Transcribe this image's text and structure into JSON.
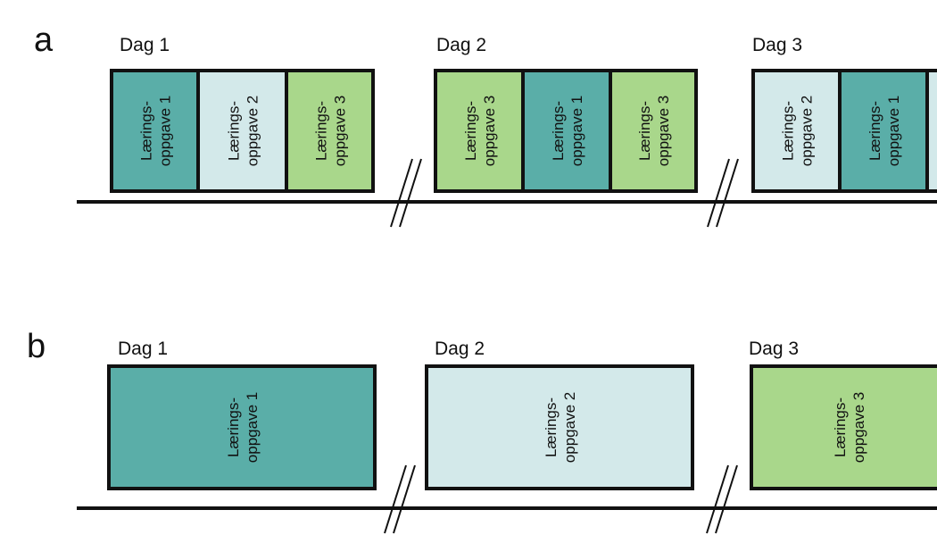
{
  "colors": {
    "task_1": "#5aaea8",
    "task_2": "#d3e9ea",
    "task_3": "#a9d78b"
  },
  "panels": [
    {
      "letter": "a",
      "days": [
        {
          "label": "Dag 1",
          "tasks": [
            {
              "line1": "Lærings-",
              "line2": "oppgave 1",
              "task": 1
            },
            {
              "line1": "Lærings-",
              "line2": "oppgave 2",
              "task": 2
            },
            {
              "line1": "Lærings-",
              "line2": "oppgave 3",
              "task": 3
            }
          ]
        },
        {
          "label": "Dag 2",
          "tasks": [
            {
              "line1": "Lærings-",
              "line2": "oppgave 3",
              "task": 3
            },
            {
              "line1": "Lærings-",
              "line2": "oppgave 1",
              "task": 1
            },
            {
              "line1": "Lærings-",
              "line2": "oppgave 3",
              "task": 3
            }
          ]
        },
        {
          "label": "Dag 3",
          "tasks": [
            {
              "line1": "Lærings-",
              "line2": "oppgave 2",
              "task": 2
            },
            {
              "line1": "Lærings-",
              "line2": "oppgave 1",
              "task": 1
            },
            {
              "line1": "",
              "line2": "",
              "task": 2
            }
          ]
        }
      ]
    },
    {
      "letter": "b",
      "days": [
        {
          "label": "Dag 1",
          "tasks": [
            {
              "line1": "Lærings-",
              "line2": "oppgave 1",
              "task": 1
            }
          ]
        },
        {
          "label": "Dag 2",
          "tasks": [
            {
              "line1": "Lærings-",
              "line2": "oppgave 2",
              "task": 2
            }
          ]
        },
        {
          "label": "Dag 3",
          "tasks": [
            {
              "line1": "Lærings-",
              "line2": "oppgave 3",
              "task": 3
            }
          ]
        }
      ]
    }
  ]
}
